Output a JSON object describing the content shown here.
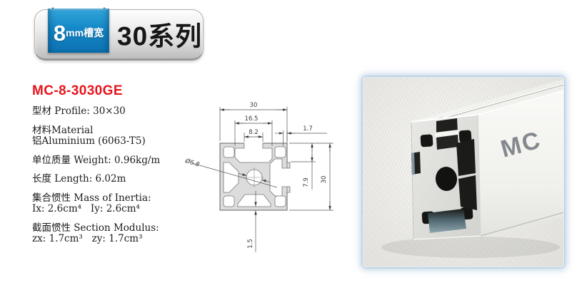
{
  "badge": {
    "slot_number": "8",
    "slot_unit": "mm槽宽",
    "series": "30系列"
  },
  "product": {
    "model": "MC-8-3030GE",
    "specs": [
      {
        "line1": "型材 Profile: 30×30"
      },
      {
        "line1": "材料Material",
        "line2": "铝Aluminium (6063-T5)"
      },
      {
        "line1": "单位质量 Weight: 0.96kg/m"
      },
      {
        "line1": "长度 Length: 6.02m"
      },
      {
        "line1": "集合惯性 Mass of Inertia:",
        "line2": "Ix: 2.6cm⁴   Iy: 2.6cm⁴"
      },
      {
        "line1": "截面惯性 Section Modulus:",
        "line2": "zx: 1.7cm³   zy: 1.7cm³"
      }
    ]
  },
  "drawing": {
    "dim_width": "30",
    "dim_inner_width": "16.5",
    "dim_slot_opening": "8.2",
    "dim_lip": "1.7",
    "dim_height": "30",
    "dim_slot_depth": "7.9",
    "dim_wall": "1.5",
    "dim_center_hole": "Ø6.8"
  },
  "photo": {
    "brand_mark": "MC"
  },
  "colors": {
    "model_red": "#e8131c",
    "ribbon_blue": "#1488c7",
    "ribbon_fold_blue": "#0a5a8a",
    "series_black": "#161616",
    "drawing_fill_gray": "#dcdcdc",
    "drawing_line_gray": "#777777",
    "photo_frame_glow": "#8baecd",
    "photo_background": "#efeeea"
  }
}
